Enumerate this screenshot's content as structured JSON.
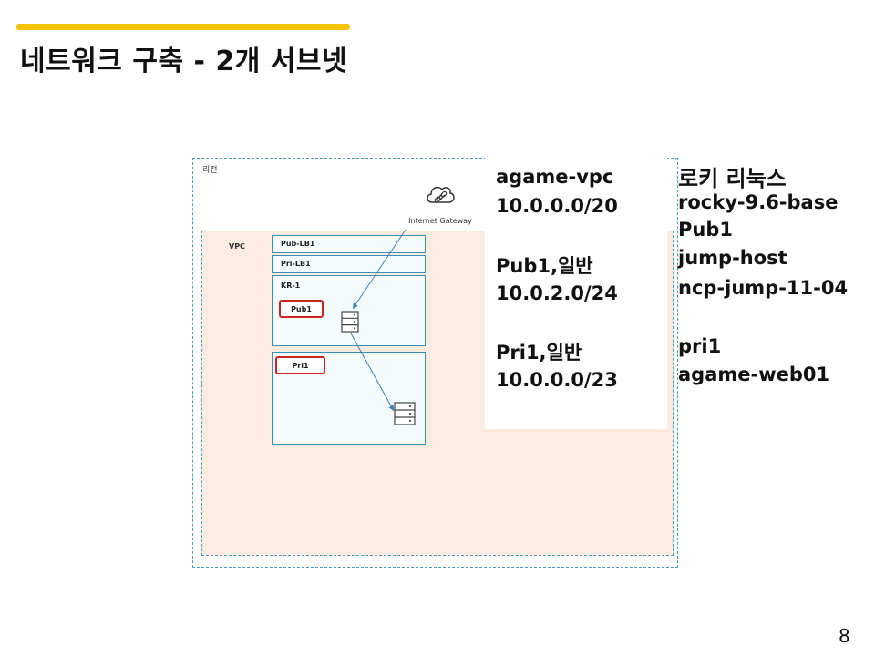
{
  "slide": {
    "title": "네트워크 구축 - 2개 서브넷",
    "page_number": "8",
    "accent_color": "#f5c400"
  },
  "diagram": {
    "region_label": "리전",
    "vpc_label": "VPC",
    "internet_gateway_label": "Internet Gateway",
    "internet_gateway_icon": "cloud-icon",
    "pub_lb_label": "Pub-LB1",
    "pri_lb_label": "Pri-LB1",
    "zone_label": "KR-1",
    "pub_subnet_label": "Pub1",
    "pri_subnet_label": "Pri1",
    "server_icon": "server-icon",
    "highlight_color": "#cc2222",
    "border_color": "#3b8fb6",
    "vpc_fill": "#fbebe0"
  },
  "network_info": {
    "vpc_name": "agame-vpc",
    "vpc_cidr": "10.0.0.0/20",
    "pub_subnet": "Pub1,일반",
    "pub_cidr": "10.0.2.0/24",
    "pri_subnet": "Pri1,일반",
    "pri_cidr": "10.0.0.0/23"
  },
  "server_info": {
    "os_label": "로키 리눅스",
    "image": "rocky-9.6-base",
    "pub_subnet": "Pub1",
    "jump_host": "jump-host",
    "jump_server_name": "ncp-jump-11-04",
    "pri_subnet": "pri1",
    "web_server_name": "agame-web01"
  }
}
